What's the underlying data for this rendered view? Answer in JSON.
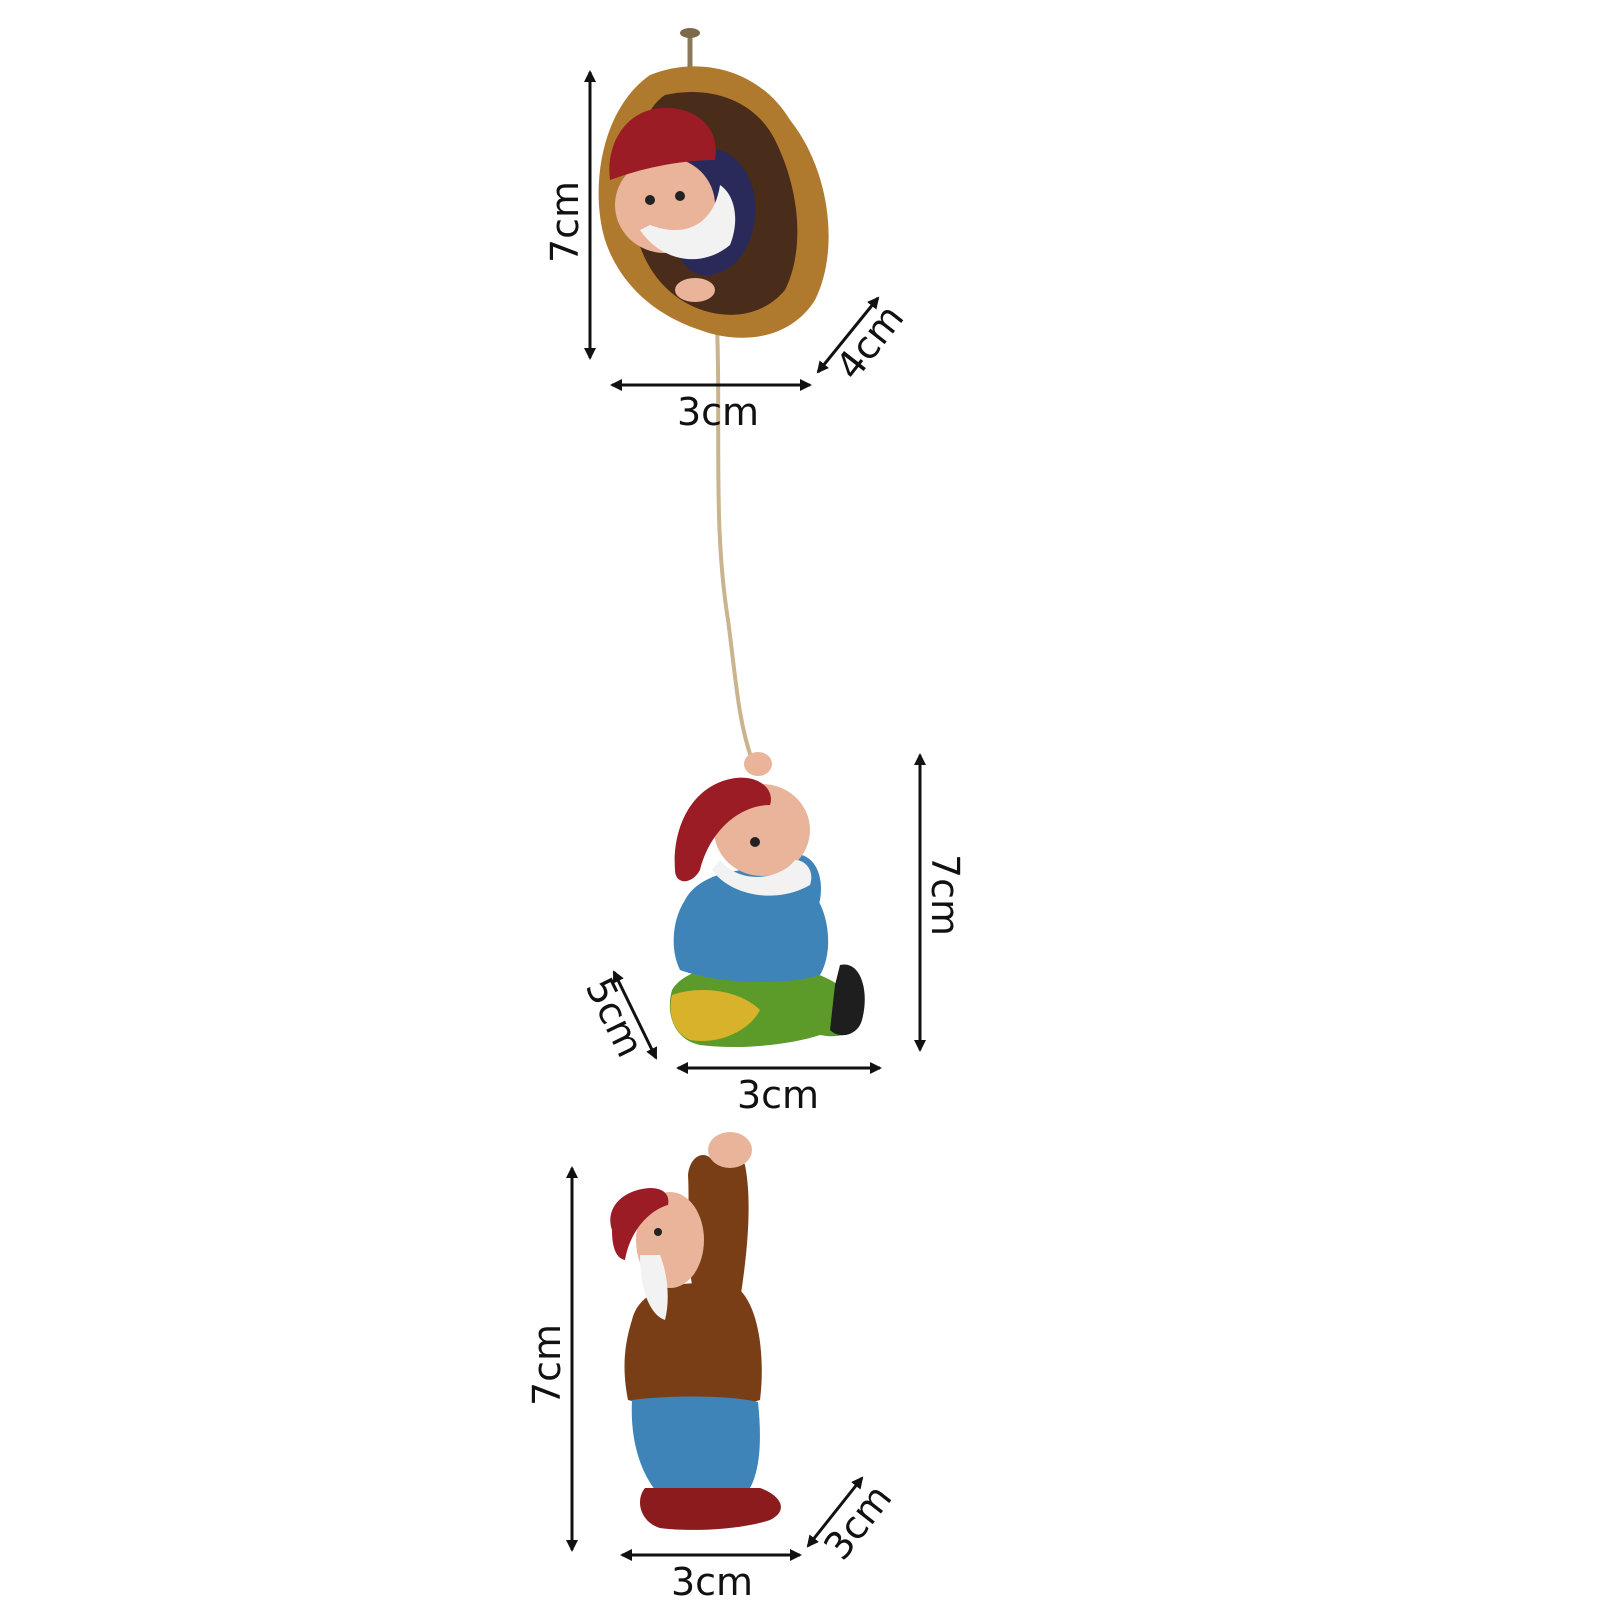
{
  "figures": [
    {
      "name": "gnome-in-hole",
      "dimensions": {
        "height": "7cm",
        "width": "3cm",
        "depth": "4cm"
      }
    },
    {
      "name": "gnome-climbing-rope",
      "dimensions": {
        "height": "7cm",
        "width": "3cm",
        "depth": "5cm"
      }
    },
    {
      "name": "gnome-hanging",
      "dimensions": {
        "height": "7cm",
        "width": "3cm",
        "depth": "3cm"
      }
    }
  ],
  "colors": {
    "background": "#ffffff",
    "dimension_lines": "#111111",
    "hat_red": "#9b1c24",
    "skin": "#e9b49a",
    "beard": "#f2f2f2",
    "rope": "#c9b48e",
    "bark": "#b07a2e",
    "soil": "#4a2c1a",
    "shirt_blue": "#3f84b8",
    "pants_green": "#5c9b2a",
    "pants_yellow": "#d8b22a",
    "jacket_brown": "#7a3e16",
    "boots_red": "#8c1b1e"
  }
}
